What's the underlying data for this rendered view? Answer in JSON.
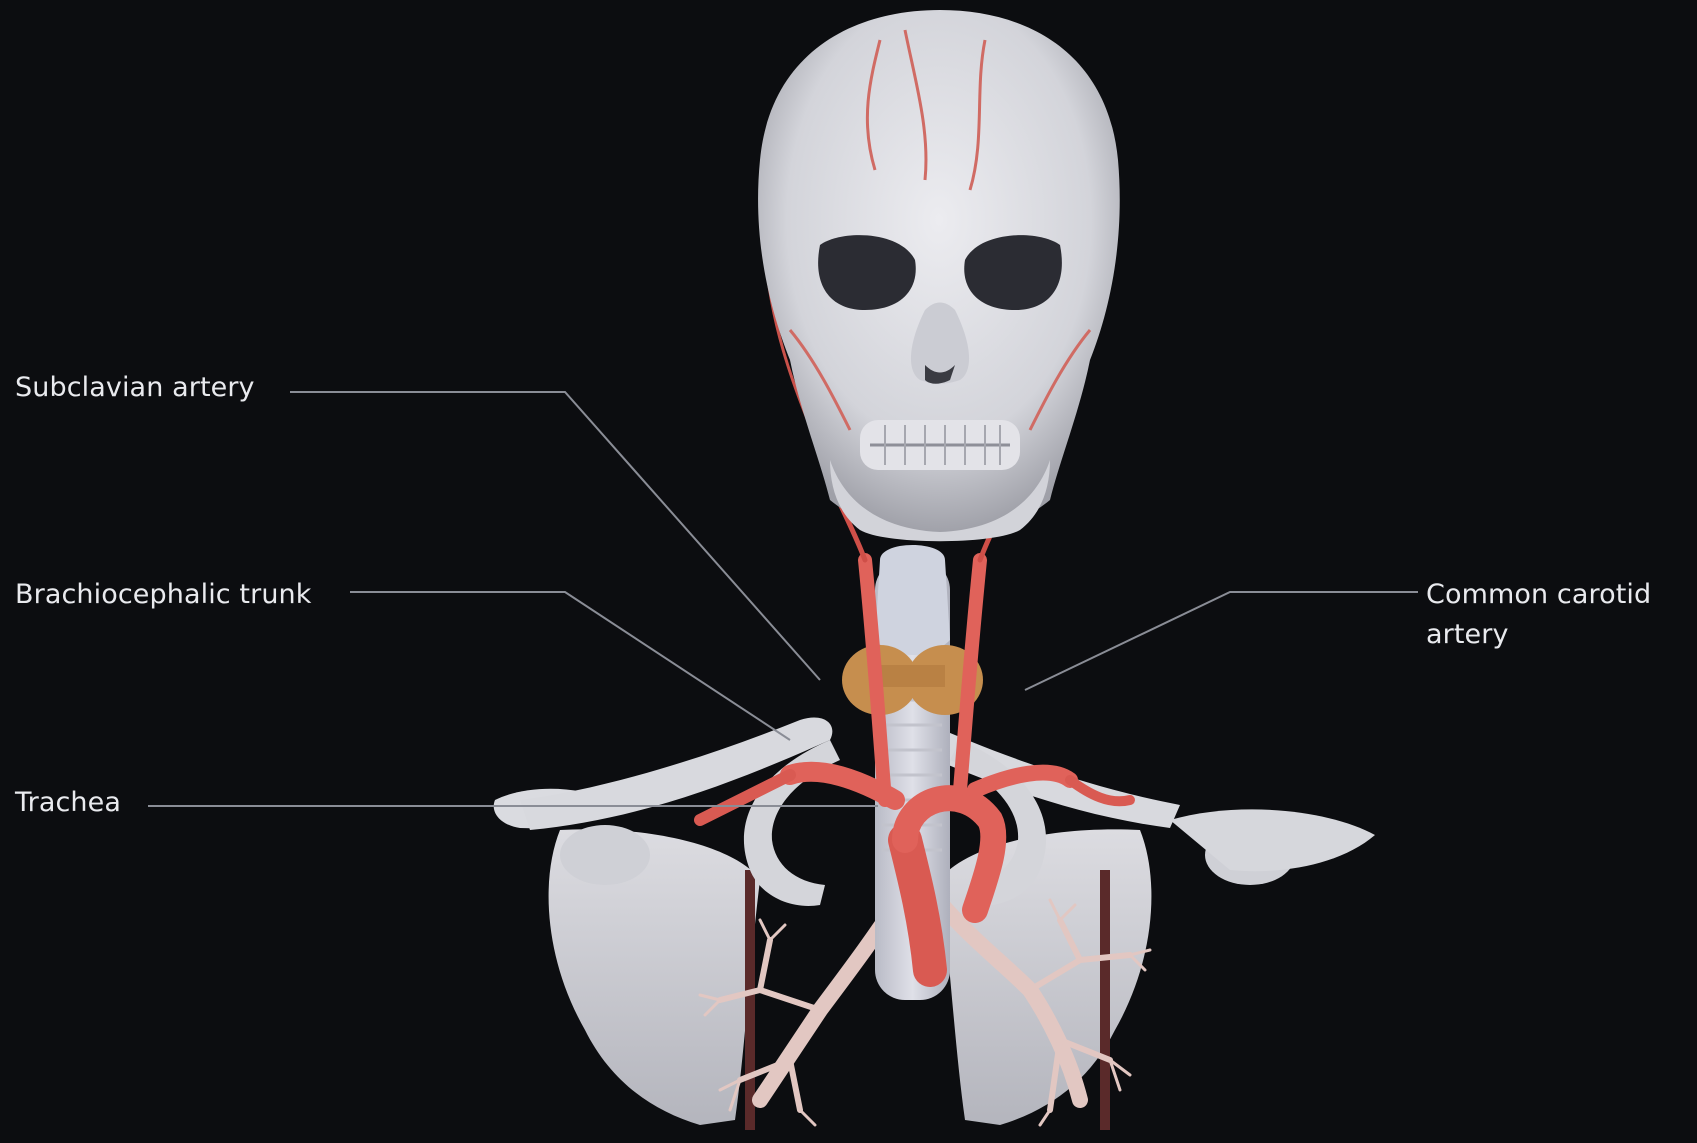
{
  "background_color": "#0c0d10",
  "colors": {
    "bone": "#d9d9de",
    "bone_shadow": "#a9aab2",
    "artery": "#e0625a",
    "artery_dark": "#b9433e",
    "thyroid": "#c98f4c",
    "bronchi": "#e4c9c4",
    "leader_line": "#8a8d96",
    "label_text": "#e9eaee"
  },
  "labels": {
    "subclavian_artery": "Subclavian artery",
    "brachiocephalic_trunk": "Brachiocephalic trunk",
    "trachea": "Trachea",
    "common_carotid_artery": "Common carotid artery"
  }
}
